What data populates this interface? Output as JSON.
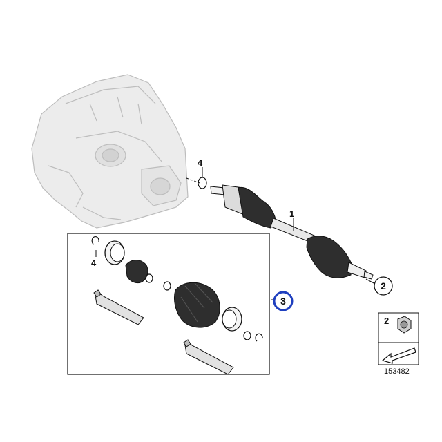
{
  "callouts": {
    "part_1": "1",
    "part_2": "2",
    "part_3": "3",
    "part_4_top": "4",
    "part_4_kit": "4"
  },
  "legend_box": {
    "part_number": "2"
  },
  "diagram_id": "153482",
  "colors": {
    "highlight_ring": "#1f3fbf",
    "housing_fill": "#ededed",
    "rubber_boot": "#2e2e2e",
    "line": "#111111"
  }
}
